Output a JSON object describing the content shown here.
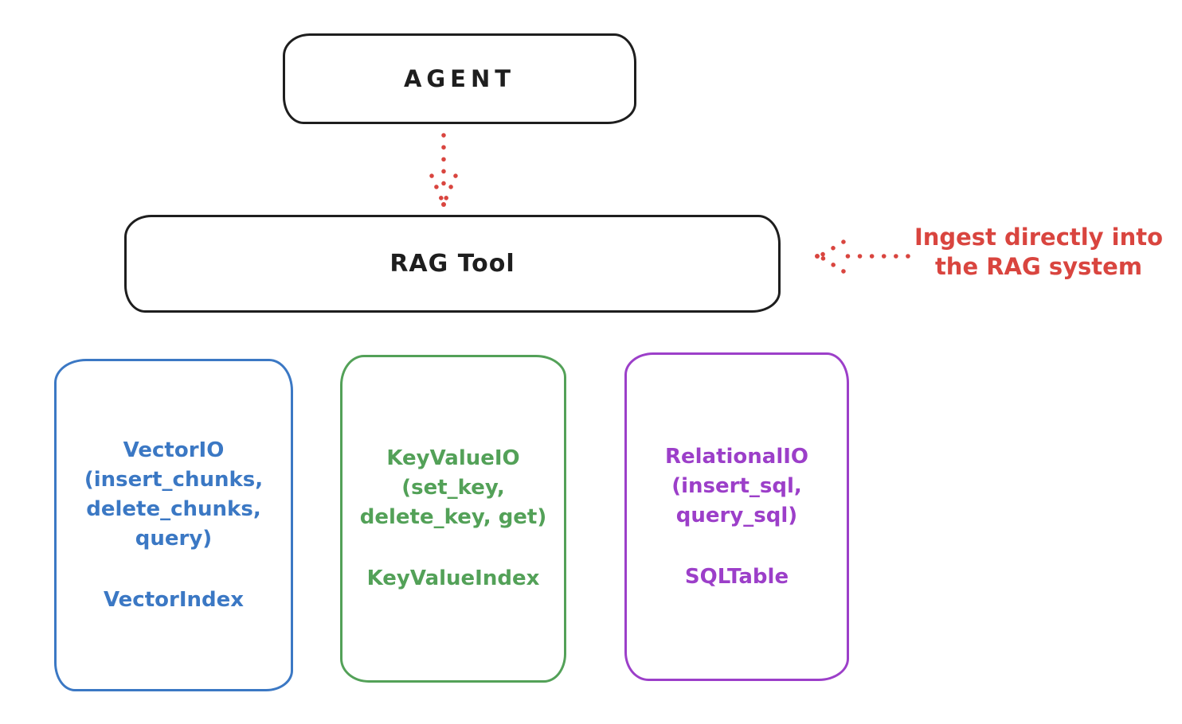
{
  "agent_box": {
    "label": "AGENT"
  },
  "rag_box": {
    "label": "RAG Tool"
  },
  "annotation": {
    "line1": "Ingest directly into",
    "line2": "the RAG system"
  },
  "arrows": [
    {
      "name": "agent-to-rag-arrow",
      "style": "dotted",
      "direction": "down"
    },
    {
      "name": "ingest-annotation-arrow",
      "style": "dotted",
      "direction": "left"
    }
  ],
  "colors": {
    "ink": "#1e1e1e",
    "red": "#d9453f",
    "blue": "#3b78c4",
    "green": "#53a158",
    "purple": "#9c3fc9",
    "background": "#ffffff"
  },
  "backends": [
    {
      "id": "vector-io",
      "color": "#3b78c4",
      "lines": [
        "VectorIO",
        "(insert_chunks,",
        "delete_chunks,",
        "query)"
      ],
      "index": "VectorIndex"
    },
    {
      "id": "keyvalue-io",
      "color": "#53a158",
      "lines": [
        "KeyValueIO",
        "(set_key,",
        "delete_key, get)"
      ],
      "index": "KeyValueIndex"
    },
    {
      "id": "relational-io",
      "color": "#9c3fc9",
      "lines": [
        "RelationalIO",
        "(insert_sql,",
        "query_sql)"
      ],
      "index": "SQLTable"
    }
  ]
}
